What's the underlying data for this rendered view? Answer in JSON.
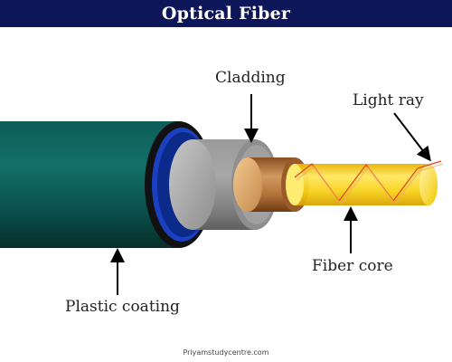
{
  "title": "Optical Fiber",
  "labels": {
    "cladding": "Cladding",
    "light_ray": "Light ray",
    "fiber_core": "Fiber core",
    "plastic_coating": "Plastic coating"
  },
  "credit": "Priyamstudycentre.com",
  "colors": {
    "title_bar": "#0d1659",
    "coating": "#0b5a55",
    "coating_inner_ring": "#1a3fbf",
    "cladding": "#8a8a8a",
    "buffer": "#b5793f",
    "core": "#f5c800",
    "light_ray": "#e04020"
  }
}
